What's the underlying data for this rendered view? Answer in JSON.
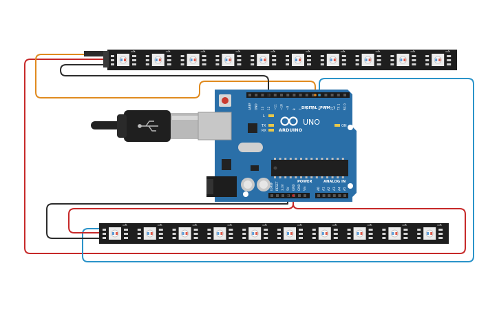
{
  "board": {
    "logo_text": "ARDUINO",
    "model": "UNO",
    "header_digital": "DIGITAL (PWM~)",
    "header_power": "POWER",
    "header_analog": "ANALOG IN",
    "label_on": "ON",
    "label_l": "L",
    "label_tx": "TX",
    "label_rx": "RX",
    "digital_pins": [
      "AREF",
      "GND",
      "13",
      "12",
      "~11",
      "~10",
      "~9",
      "8",
      "7",
      "~6",
      "~5",
      "4",
      "~3",
      "2",
      "TX 1",
      "RX 0"
    ],
    "power_pins": [
      "IOREF",
      "RESET",
      "3.3V",
      "5V",
      "GND",
      "GND",
      "Vin"
    ],
    "analog_pins": [
      "A0",
      "A1",
      "A2",
      "A3",
      "A4",
      "A5"
    ]
  },
  "strips": {
    "top_led_count": 10,
    "bottom_led_count": 10
  },
  "colors": {
    "board": "#2a6fa8",
    "strip": "#1e1e1e",
    "wire_red": "#c62828",
    "wire_black": "#2b2b2b",
    "wire_orange": "#e08a1e",
    "wire_blue": "#2a93c9"
  }
}
